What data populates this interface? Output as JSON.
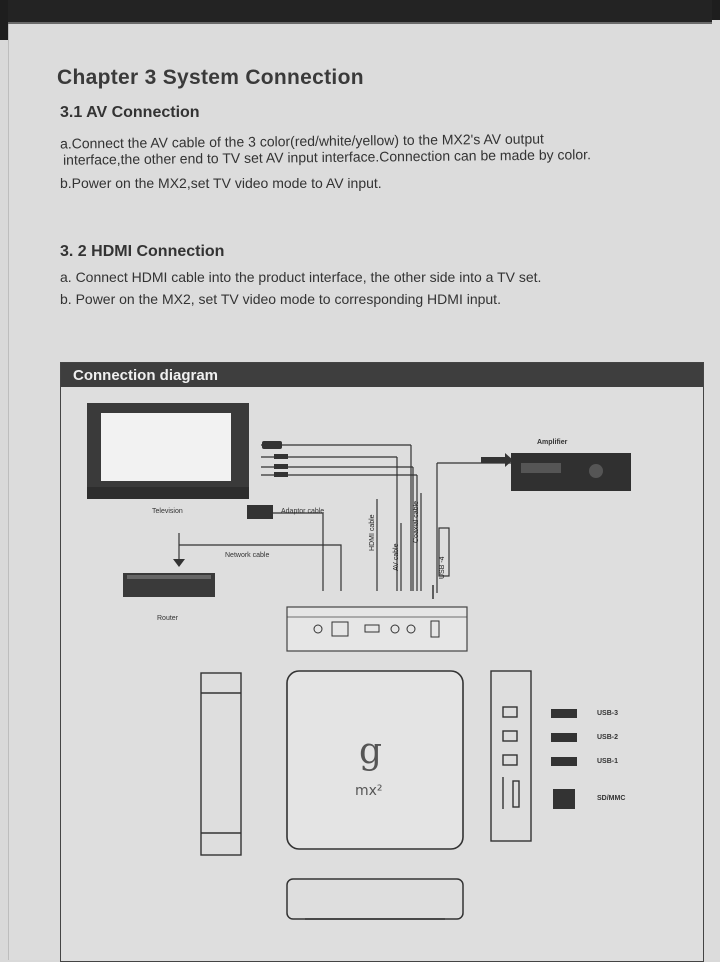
{
  "chapter": {
    "title": "Chapter 3 System Connection"
  },
  "section_av": {
    "heading": "3.1 AV Connection",
    "line_a1": "a.Connect the AV cable of the 3 color(red/white/yellow) to the MX2's AV output",
    "line_a2": "interface,the other end to TV set AV input interface.Connection can be made by color.",
    "line_b": "b.Power on the MX2,set TV video mode to AV input."
  },
  "section_hdmi": {
    "heading": "3. 2 HDMI Connection",
    "line_a": "a. Connect HDMI cable into the product interface, the other side into a TV set.",
    "line_b": "b. Power on the MX2, set TV video mode to corresponding HDMI input."
  },
  "diagram": {
    "title": "Connection diagram",
    "labels": {
      "television": "Television",
      "amplifier": "Amplifier",
      "adaptor_cable": "Adaptor cable",
      "network_cable": "Network cable",
      "router": "Router",
      "hdmi_cable": "HDMI cable",
      "av_cable": "AV cable",
      "coaxial_cable": "Coaxial cable",
      "usb4": "USB -4"
    },
    "side_ports": {
      "usb3": "USB-3",
      "usb2": "USB-2",
      "usb1": "USB-1",
      "sdmmc": "SD/MMC"
    }
  }
}
